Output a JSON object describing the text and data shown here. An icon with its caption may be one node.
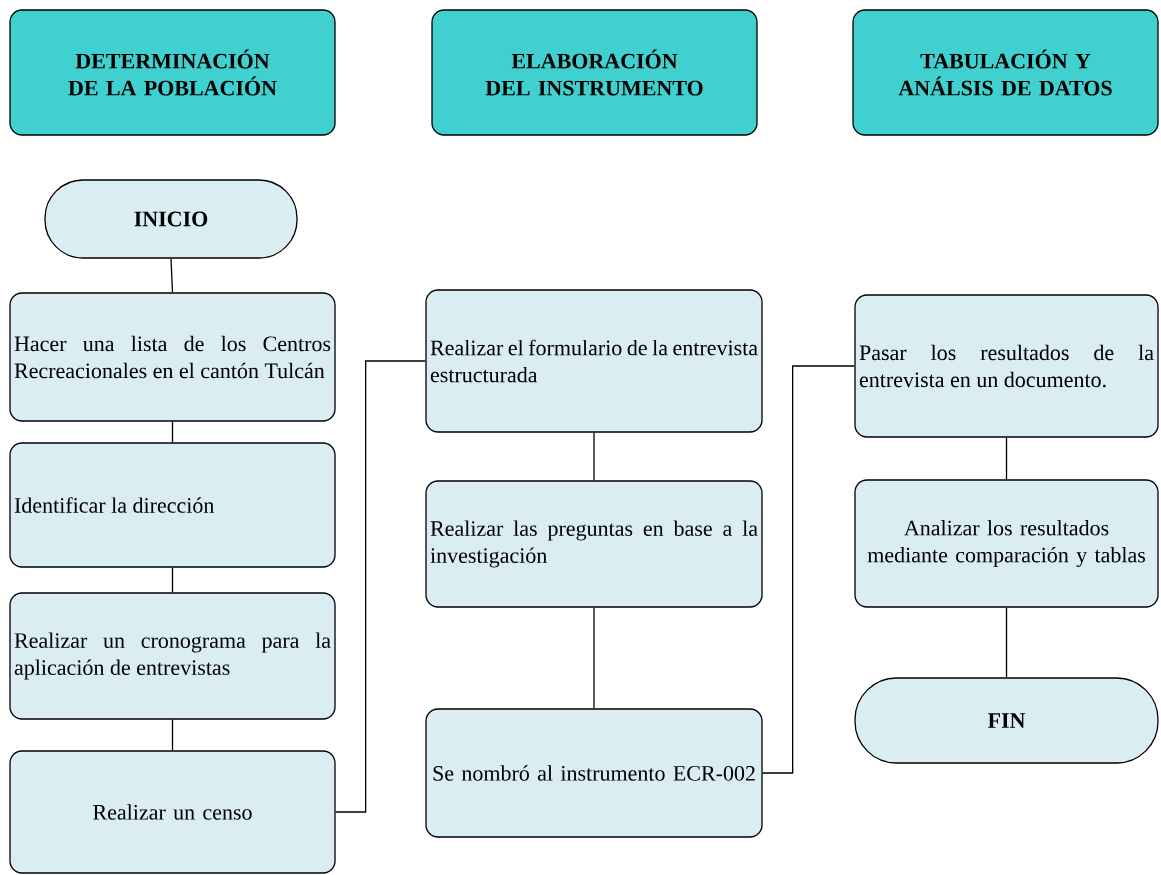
{
  "diagram": {
    "nodes": [
      {
        "text": [
          "DETERMINACIÓN DE LA POBLACIÓN"
        ]
      },
      {
        "text": [
          "ELABORACIÓN DEL INSTRUMENTO"
        ]
      },
      {
        "text": [
          "TABULACIÓN Y ANÁLSIS DE DATOS"
        ]
      },
      {
        "text": [
          "INICIO"
        ]
      },
      {
        "text": [
          "Hacer una lista de los Centros Recreacionales en el cantón Tulcán"
        ]
      },
      {
        "text": [
          "Identificar la dirección"
        ]
      },
      {
        "text": [
          "Realizar un cronograma para la aplicación de entrevistas"
        ]
      },
      {
        "text": [
          "Realizar un censo"
        ]
      },
      {
        "text": [
          "Realizar el formulario de la entrevista estructurada"
        ]
      },
      {
        "text": [
          "Realizar las preguntas en base a la investigación"
        ]
      },
      {
        "text": [
          "Se nombró al instrumento ECR-002"
        ]
      },
      {
        "text": [
          "Pasar los resultados de la entrevista en un documento."
        ]
      },
      {
        "text": [
          "Analizar los resultados mediante comparación y tablas"
        ]
      },
      {
        "text": [
          "FIN"
        ]
      }
    ],
    "edges": [
      {
        "from": 3,
        "to": 4,
        "arrow": "none"
      },
      {
        "from": 4,
        "to": 5,
        "arrow": "none"
      },
      {
        "from": 5,
        "to": 6,
        "arrow": "none"
      },
      {
        "from": 6,
        "to": 7,
        "arrow": "none"
      },
      {
        "from": 7,
        "to": 8,
        "arrow": "none"
      },
      {
        "from": 8,
        "to": 9,
        "arrow": "none"
      },
      {
        "from": 9,
        "to": 10,
        "arrow": "none"
      },
      {
        "from": 10,
        "to": 11,
        "arrow": "none"
      },
      {
        "from": 11,
        "to": 12,
        "arrow": "none"
      },
      {
        "from": 12,
        "to": 13,
        "arrow": "none"
      }
    ]
  }
}
